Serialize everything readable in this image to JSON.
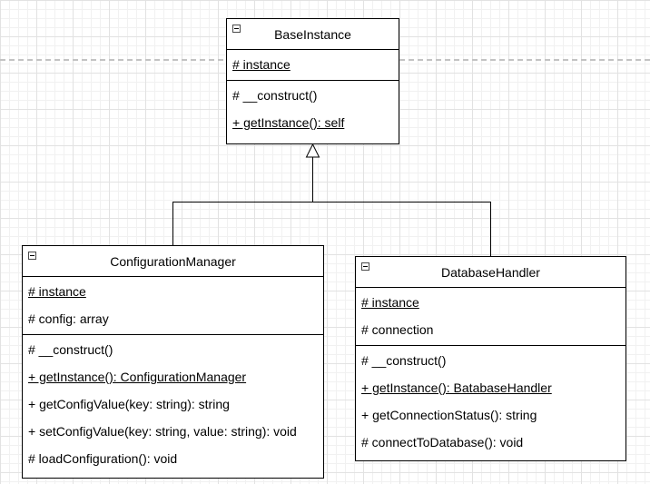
{
  "classes": {
    "base": {
      "name": "BaseInstance",
      "attributes": [
        "# instance"
      ],
      "methods": [
        "# __construct()",
        "+ getInstance(): self"
      ]
    },
    "config": {
      "name": "ConfigurationManager",
      "attributes": [
        "# instance",
        "# config: array"
      ],
      "methods": [
        "# __construct()",
        "+ getInstance(): ConfigurationManager",
        "+ getConfigValue(key: string): string",
        "+ setConfigValue(key: string, value: string): void",
        "# loadConfiguration(): void"
      ]
    },
    "db": {
      "name": "DatabaseHandler",
      "attributes": [
        "# instance",
        "# connection"
      ],
      "methods": [
        "# __construct()",
        "+ getInstance(): BatabaseHandler",
        "+ getConnectionStatus(): string",
        "# connectToDatabase(): void"
      ]
    }
  },
  "style": {
    "line_color": "#000000",
    "grid_color": "#e2e2e2",
    "guide_color": "#c3c3c3"
  }
}
